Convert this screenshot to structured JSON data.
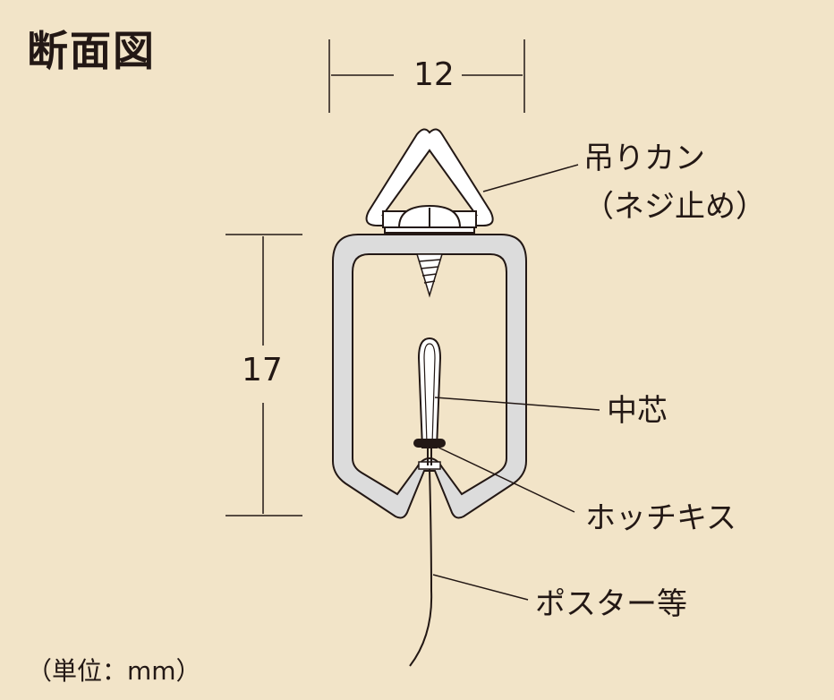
{
  "title": "断面図",
  "dimensions": {
    "width": "12",
    "height": "17"
  },
  "callouts": {
    "hanger_line1": "吊りカン",
    "hanger_line2": "（ネジ止め）",
    "core": "中芯",
    "staple": "ホッチキス",
    "poster": "ポスター等"
  },
  "unit_note": "（単位：mm）",
  "colors": {
    "background": "#f2e4c8",
    "rail_fill": "#dcdcdc",
    "line": "#231815",
    "white": "#ffffff"
  }
}
